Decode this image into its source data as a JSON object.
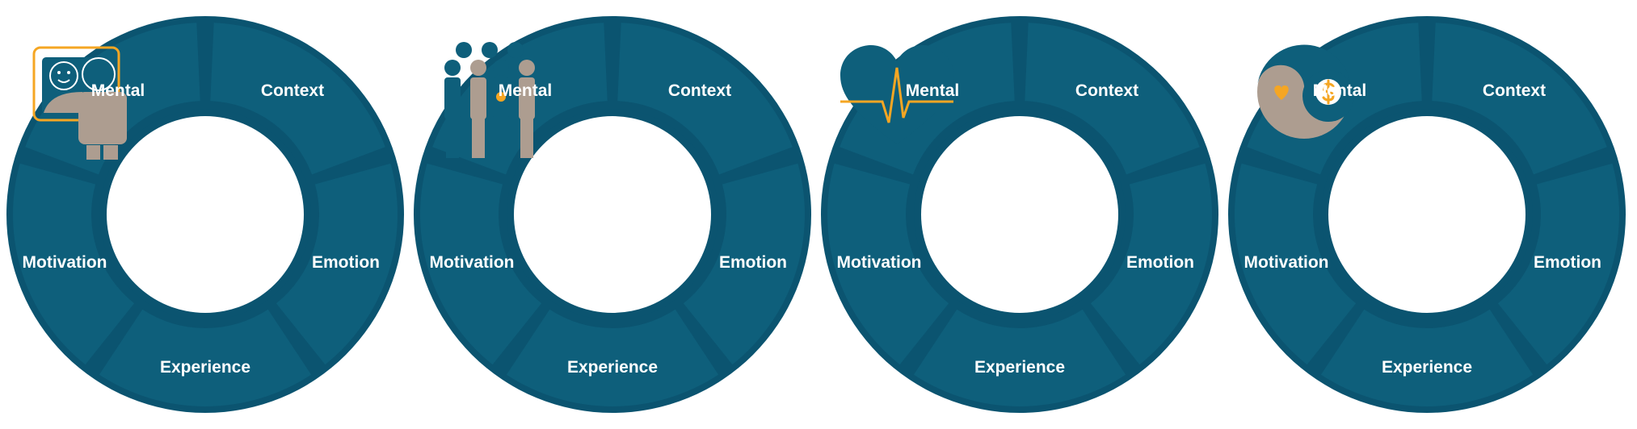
{
  "segments": [
    "Mental",
    "Context",
    "Emotion",
    "Experience",
    "Motivation"
  ],
  "wheels": [
    {
      "icon": "person-mirror-icon"
    },
    {
      "icon": "group-of-people-icon"
    },
    {
      "icon": "heart-pulse-icon"
    },
    {
      "icon": "yin-yang-heart-dollar-icon"
    }
  ],
  "colors": {
    "ring": "#0e5f7b",
    "divider": "#0b5470",
    "tan": "#ad9d90",
    "accent": "#f5a623"
  }
}
